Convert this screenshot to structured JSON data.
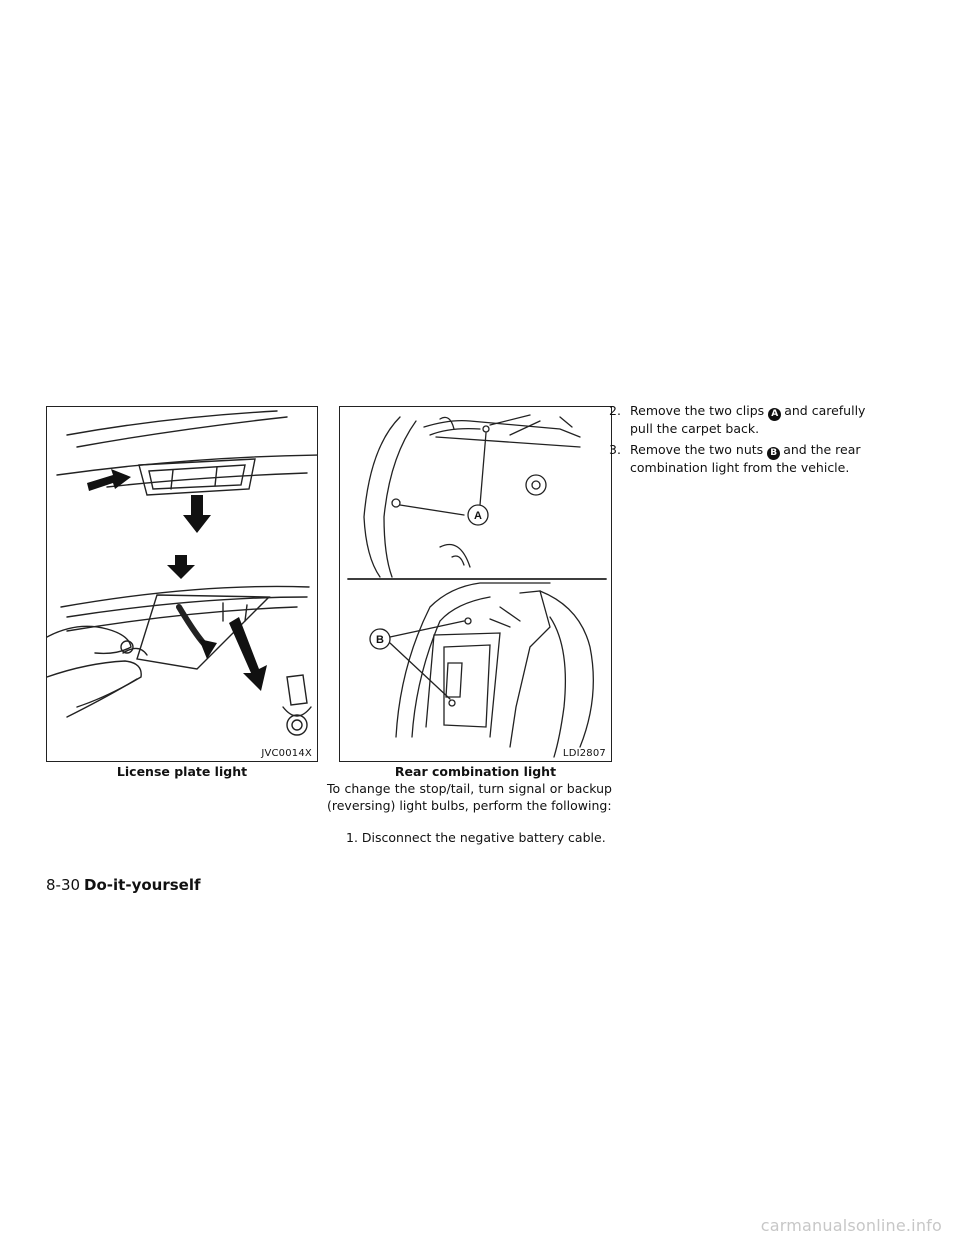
{
  "figures": [
    {
      "code": "JVC0014X",
      "caption": "License plate light"
    },
    {
      "code": "LDI2807",
      "caption": "Rear combination light",
      "labels": {
        "a": "A",
        "b": "B"
      }
    }
  ],
  "intro": "To change the stop/tail, turn signal or backup (reversing) light bulbs, perform the following:",
  "steps": [
    {
      "num": "1.",
      "text": "Disconnect the negative battery cable."
    },
    {
      "num": "2.",
      "pre": "Remove the two clips",
      "marker": "A",
      "post": "and carefully",
      "cont": "pull the carpet back."
    },
    {
      "num": "3.",
      "pre": "Remove the two nuts",
      "marker": "B",
      "post": "and the rear",
      "cont": "combination light from the vehicle."
    }
  ],
  "footer": {
    "page": "8-30",
    "section": "Do-it-yourself"
  },
  "watermark": "carmanualsonline.info"
}
